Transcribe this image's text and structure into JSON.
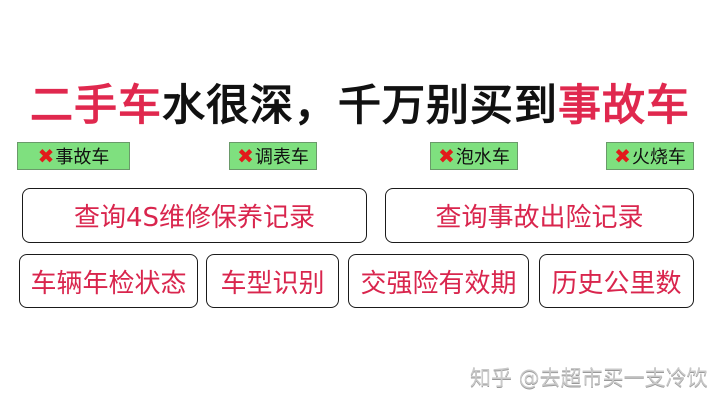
{
  "title": {
    "part1": "二手车",
    "part2": "水很深，千万别买到",
    "part3": "事故车",
    "colors": {
      "highlight": "#e0284e",
      "normal": "#111111"
    }
  },
  "tags": [
    {
      "icon": "cross-mark",
      "label": "事故车"
    },
    {
      "icon": "cross-mark",
      "label": "调表车"
    },
    {
      "icon": "cross-mark",
      "label": "泡水车"
    },
    {
      "icon": "cross-mark",
      "label": "火烧车"
    }
  ],
  "tag_style": {
    "background": "#7fe07f",
    "cross_color": "#e21b1b",
    "cross_glyph": "✖"
  },
  "boxes_row1": [
    {
      "label": "查询4S维修保养记录"
    },
    {
      "label": "查询事故出险记录"
    }
  ],
  "boxes_row2": [
    {
      "label": "车辆年检状态"
    },
    {
      "label": "车型识别"
    },
    {
      "label": "交强险有效期"
    },
    {
      "label": "历史公里数"
    }
  ],
  "box_text_color": "#d9254d",
  "watermark": "知乎 @去超市买一支冷饮"
}
